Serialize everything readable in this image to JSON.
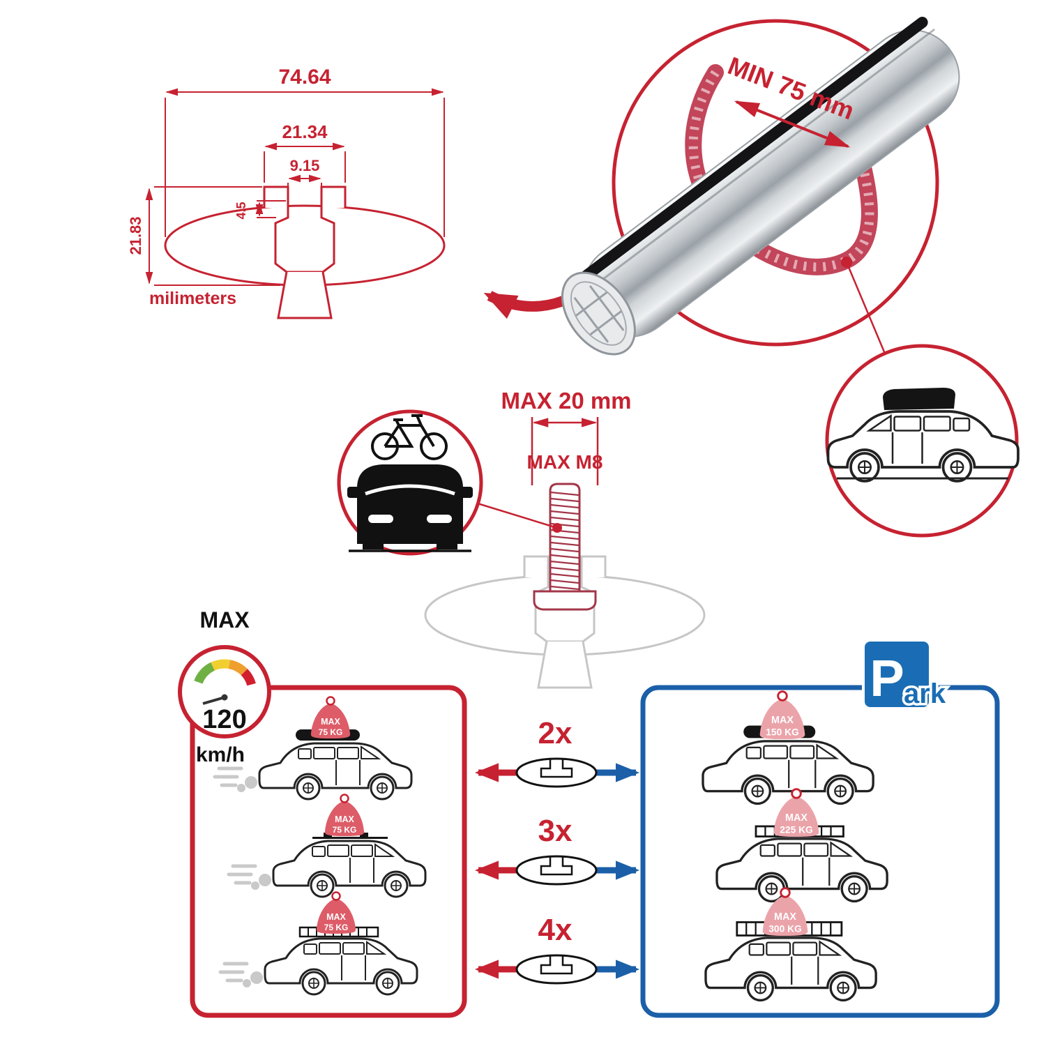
{
  "colors": {
    "red": "#c62231",
    "blue": "#1b5fa8",
    "park_blue": "#1a6db4",
    "clamp_pink": "#c2455a",
    "sign_dark": "#dd5c68",
    "sign_light": "#eba3aa",
    "profile_gray": "#c6c6c6"
  },
  "cross_section": {
    "total_width": "74.64",
    "slot_outer_width": "21.34",
    "slot_inner_width": "9.15",
    "lip_depth": "4.5",
    "total_height": "21.83",
    "units": "milimeters"
  },
  "bar_detail": {
    "min_clamp_span": "MIN 75 mm"
  },
  "fastener": {
    "max_width": "MAX 20 mm",
    "max_thread": "MAX M8"
  },
  "speed_limit": {
    "label": "MAX",
    "value": "120",
    "units": "km/h"
  },
  "parking_sign": {
    "letter": "P",
    "suffix": "ark"
  },
  "rows": [
    {
      "multiplier": "2x",
      "driving": {
        "label": "MAX",
        "load": "75 KG"
      },
      "parked": {
        "label": "MAX",
        "load": "150 KG"
      }
    },
    {
      "multiplier": "3x",
      "driving": {
        "label": "MAX",
        "load": "75 KG"
      },
      "parked": {
        "label": "MAX",
        "load": "225 KG"
      }
    },
    {
      "multiplier": "4x",
      "driving": {
        "label": "MAX",
        "load": "75 KG"
      },
      "parked": {
        "label": "MAX",
        "load": "300 KG"
      }
    }
  ]
}
